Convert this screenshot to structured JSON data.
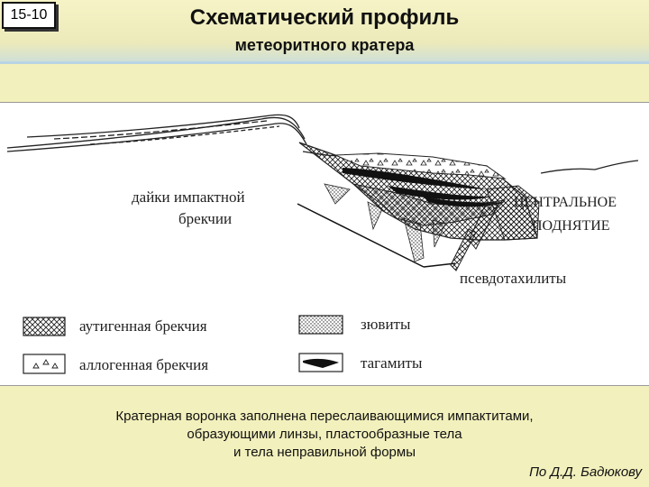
{
  "header": {
    "slide_number": "15-10",
    "title": "Схематический профиль",
    "subtitle": "метеоритного кратера"
  },
  "diagram": {
    "labels": {
      "dikes_line1": "дайки импактной",
      "dikes_line2": "брекчии",
      "central_line1": "ЦЕНТРАЛЬНОЕ",
      "central_line2": "ПОДНЯТИЕ",
      "pseudotachylites": "псевдотахилиты"
    },
    "legend": [
      {
        "label": "аутигенная брекчия"
      },
      {
        "label": "аллогенная брекчия"
      },
      {
        "label": "зювиты"
      },
      {
        "label": "тагамиты"
      }
    ]
  },
  "caption": {
    "line1": "Кратерная воронка заполнена переслаивающимися импактитами,",
    "line2": "образующими линзы, пластообразные тела",
    "line3": "и тела неправильной формы"
  },
  "author": "По Д.Д. Бадюкову"
}
